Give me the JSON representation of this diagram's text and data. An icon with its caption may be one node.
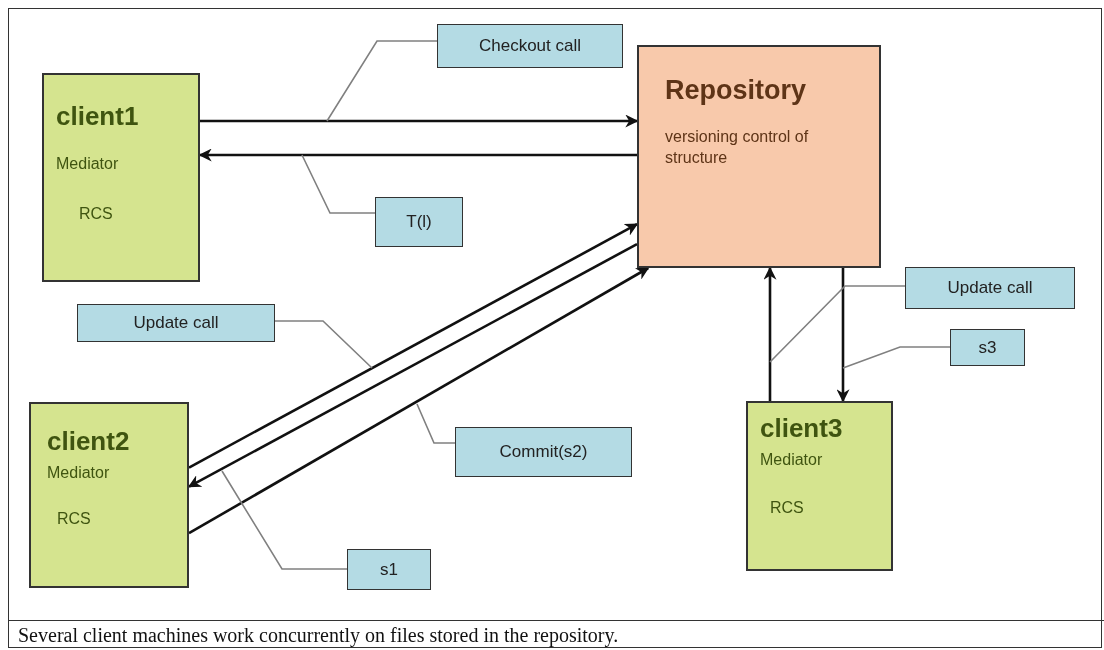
{
  "diagram": {
    "caption": "Several client machines work concurrently on files stored in the repository.",
    "nodes": [
      {
        "text": [
          "client1",
          "Mediator",
          "RCS"
        ]
      },
      {
        "text": [
          "Repository",
          "versioning control of structure"
        ]
      },
      {
        "text": [
          "client2",
          "Mediator",
          "RCS"
        ]
      },
      {
        "text": [
          "client3",
          "Mediator",
          "RCS"
        ]
      },
      {
        "text": [
          "Checkout call"
        ]
      },
      {
        "text": [
          "T(l)"
        ]
      },
      {
        "text": [
          "Update call"
        ]
      },
      {
        "text": [
          "Commit(s2)"
        ]
      },
      {
        "text": [
          "s1"
        ]
      },
      {
        "text": [
          "Update call"
        ]
      },
      {
        "text": [
          "s3"
        ]
      }
    ],
    "edges": [
      {
        "from": 0,
        "to": 1,
        "arrow": "to"
      },
      {
        "from": 1,
        "to": 0,
        "arrow": "to"
      },
      {
        "from": 2,
        "to": 1,
        "arrow": "to"
      },
      {
        "from": 1,
        "to": 2,
        "arrow": "to"
      },
      {
        "from": 2,
        "to": 1,
        "arrow": "to"
      },
      {
        "from": 3,
        "to": 1,
        "arrow": "to"
      },
      {
        "from": 1,
        "to": 3,
        "arrow": "to"
      },
      {
        "from": 4,
        "to": null,
        "arrow": "none",
        "color": "#808080"
      },
      {
        "from": 5,
        "to": null,
        "arrow": "none",
        "color": "#808080"
      },
      {
        "from": 6,
        "to": null,
        "arrow": "none",
        "color": "#808080"
      },
      {
        "from": 7,
        "to": null,
        "arrow": "none",
        "color": "#808080"
      },
      {
        "from": 8,
        "to": null,
        "arrow": "none",
        "color": "#808080"
      },
      {
        "from": 9,
        "to": null,
        "arrow": "none",
        "color": "#808080"
      },
      {
        "from": 10,
        "to": null,
        "arrow": "none",
        "color": "#808080"
      }
    ]
  }
}
